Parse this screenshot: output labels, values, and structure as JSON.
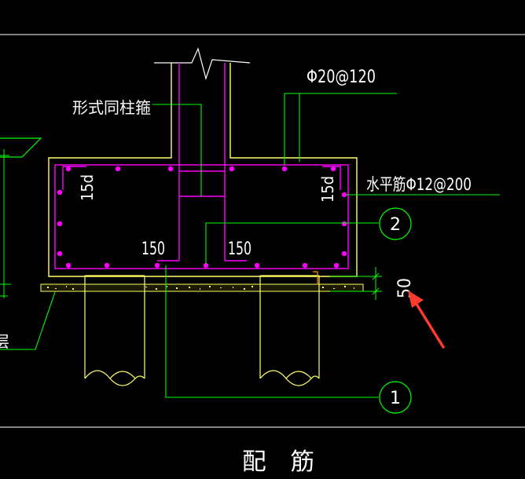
{
  "labels": {
    "column_stirrup": "形式同柱箍",
    "top_bar": "Φ20@120",
    "horizontal_bar": "水平筋Φ12@200",
    "anchor_left": "15d",
    "anchor_right": "15d",
    "dim_left": "150",
    "dim_right": "150",
    "dim_cover": "50",
    "callout_2": "2",
    "callout_1": "1",
    "layer_fragment": "层",
    "caption": "配　筋"
  },
  "colors": {
    "background": "#000000",
    "concrete_outline": "#ffff66",
    "rebar": "#ff00ff",
    "leader": "#00ff00",
    "text": "#ffffff",
    "arrow": "#ff3b30",
    "frame": "#ffffff",
    "dimension": "#ff8c00"
  }
}
